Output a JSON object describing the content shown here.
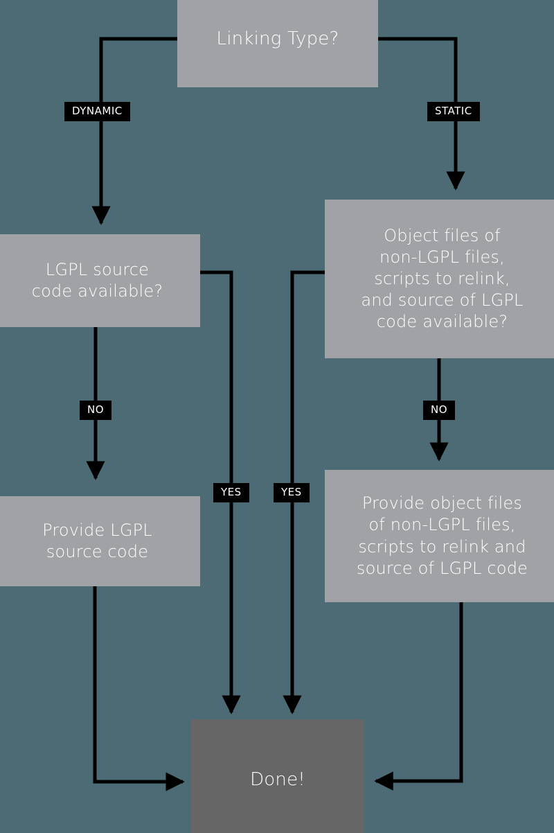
{
  "diagram": {
    "title": "LGPL compliance linking decision flowchart",
    "background_color": "#4d6b74",
    "node_color": "#a0a2a6",
    "terminal_color": "#666666",
    "edge_color": "#000000",
    "label_bg_color": "#000000",
    "label_text_color": "#ffffff"
  },
  "nodes": {
    "linking_type": "Linking Type?",
    "lgpl_source_available": "LGPL source\ncode available?",
    "object_files_available": "Object files of\nnon-LGPL files,\nscripts to relink,\nand source of LGPL\ncode available?",
    "provide_lgpl_source": "Provide LGPL\nsource code",
    "provide_object_files": "Provide object files\nof non-LGPL files,\nscripts to relink and\nsource of LGPL code",
    "done": "Done!"
  },
  "edge_labels": {
    "dynamic": "DYNAMIC",
    "static": "STATIC",
    "no_left": "NO",
    "no_right": "NO",
    "yes_left": "YES",
    "yes_right": "YES"
  }
}
